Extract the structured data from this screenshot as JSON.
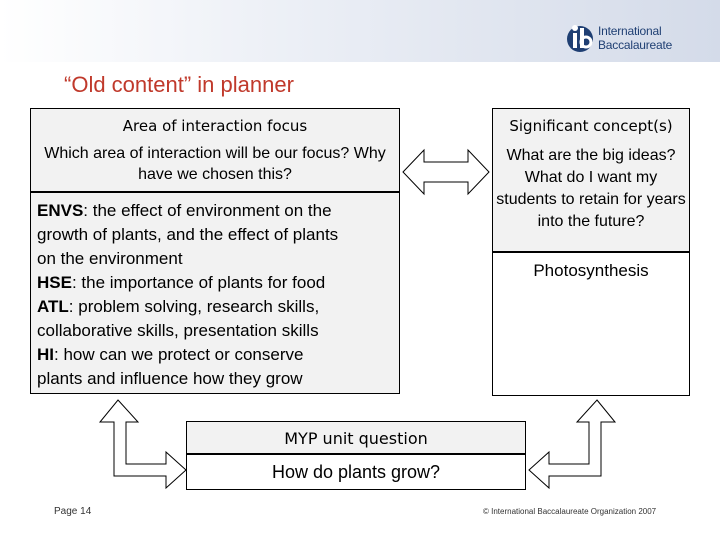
{
  "header": {
    "logo_line1": "International",
    "logo_line2": "Baccalaureate",
    "brand_color": "#1f3f73"
  },
  "slide": {
    "title": "“Old content” in planner",
    "title_color": "#c0392b"
  },
  "area_of_interaction": {
    "heading": "Area of interaction focus",
    "question": "Which area of interaction will be our focus? Why have we chosen this?",
    "items": [
      {
        "label": "ENVS",
        "text": ": the effect of environment on the"
      },
      {
        "label": "",
        "text": "growth of plants, and the effect of plants"
      },
      {
        "label": "",
        "text": "on the environment"
      },
      {
        "label": "HSE",
        "text": ": the importance of plants for food"
      },
      {
        "label": "ATL",
        "text": ": problem solving, research skills,"
      },
      {
        "label": "",
        "text": "collaborative skills, presentation skills"
      },
      {
        "label": "HI",
        "text": ": how can we protect or conserve"
      },
      {
        "label": "",
        "text": "plants and influence how they grow"
      }
    ]
  },
  "significant_concept": {
    "heading": "Significant concept(s)",
    "question": "What are the big ideas? What do I want my students to retain for years into the future?",
    "value": "Photosynthesis"
  },
  "unit_question": {
    "heading": "MYP unit question",
    "value": "How do plants grow?"
  },
  "footer": {
    "page": "Page 14",
    "copyright": "© International Baccalaureate Organization 2007"
  }
}
